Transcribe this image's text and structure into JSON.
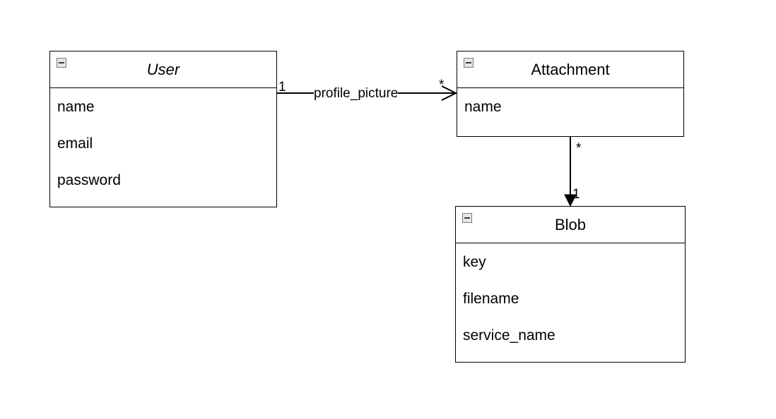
{
  "classes": {
    "user": {
      "name": "User",
      "attributes": [
        "name",
        "email",
        "password"
      ]
    },
    "attachment": {
      "name": "Attachment",
      "attributes": [
        "name"
      ]
    },
    "blob": {
      "name": "Blob",
      "attributes": [
        "key",
        "filename",
        "service_name"
      ]
    }
  },
  "associations": {
    "user_attachment": {
      "label": "profile_picture",
      "source_multiplicity": "1",
      "target_multiplicity": "*"
    },
    "attachment_blob": {
      "source_multiplicity": "*",
      "target_multiplicity": "1"
    }
  }
}
